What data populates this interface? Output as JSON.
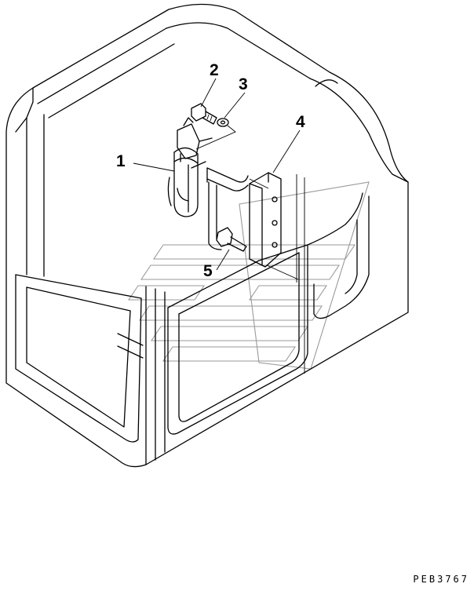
{
  "callouts": [
    {
      "id": "1",
      "label": "1"
    },
    {
      "id": "2",
      "label": "2"
    },
    {
      "id": "3",
      "label": "3"
    },
    {
      "id": "4",
      "label": "4"
    },
    {
      "id": "5",
      "label": "5"
    }
  ],
  "drawing_code": "PEB3767"
}
